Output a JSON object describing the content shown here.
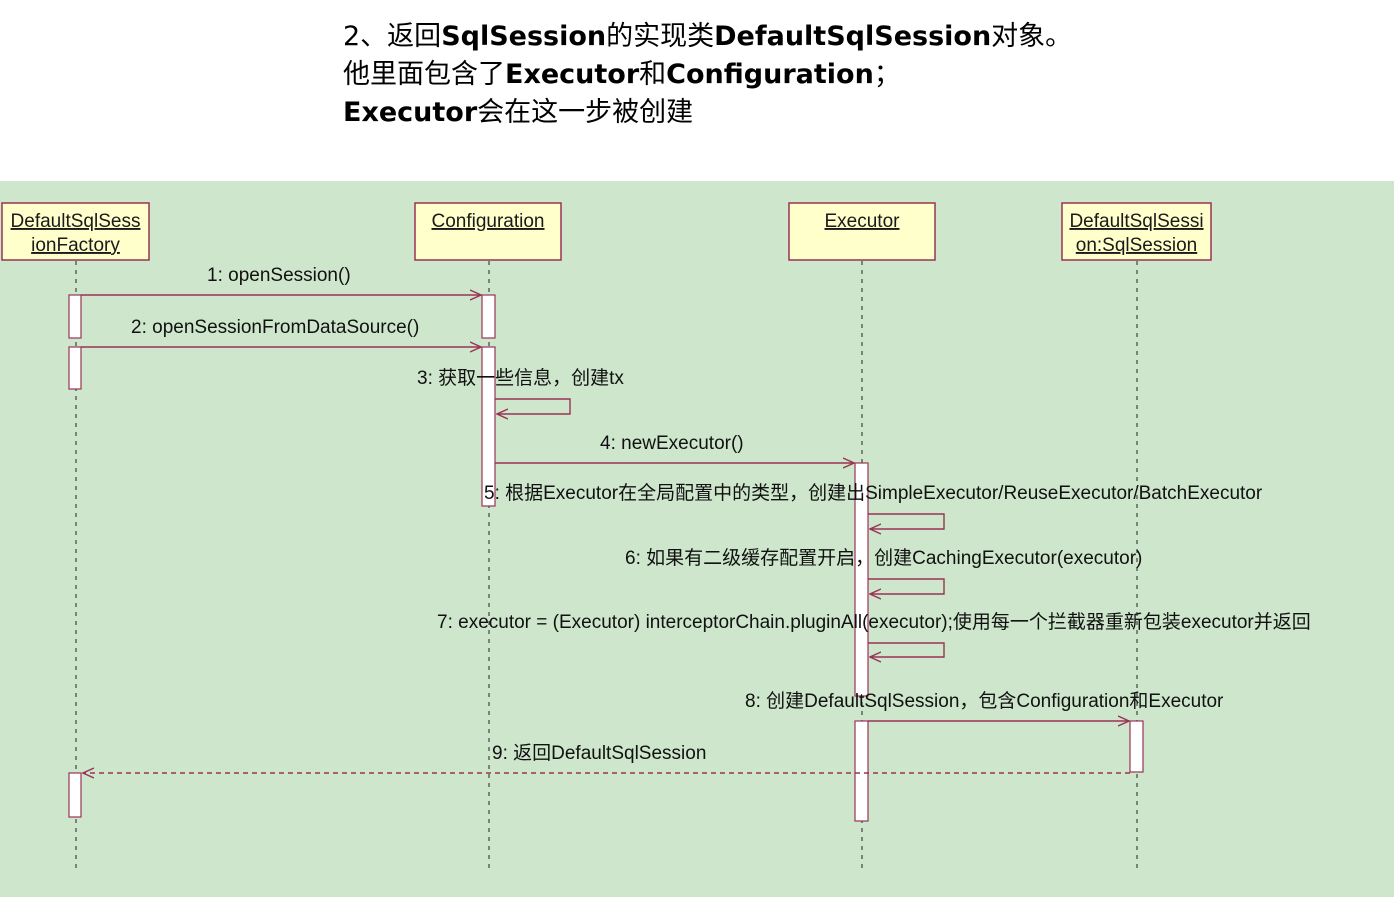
{
  "header": {
    "line1_a": "2、返回",
    "line1_b": "SqlSession",
    "line1_c": "的实现类",
    "line1_d": "DefaultSqlSession",
    "line1_e": "对象。",
    "line2_a": "他里面包含了",
    "line2_b": "Executor",
    "line2_c": "和",
    "line2_d": "Configuration",
    "line2_e": "；",
    "line3_a": "Executor",
    "line3_b": "会在这一步被创建"
  },
  "diagram": {
    "background_color": "#cde6cc",
    "line_color": "#993355",
    "box_fill": "#ffffcc",
    "lifelines": [
      {
        "id": "factory",
        "label_lines": [
          "DefaultSqlSess",
          "ionFactory"
        ]
      },
      {
        "id": "configuration",
        "label_lines": [
          "Configuration"
        ]
      },
      {
        "id": "executor",
        "label_lines": [
          "Executor"
        ]
      },
      {
        "id": "session",
        "label_lines": [
          "DefaultSqlSessi",
          "on:SqlSession"
        ]
      }
    ],
    "messages": [
      {
        "id": "m1",
        "label": "1: openSession()",
        "from": "factory",
        "to": "configuration",
        "style": "sync"
      },
      {
        "id": "m2",
        "label": "2: openSessionFromDataSource()",
        "from": "factory",
        "to": "configuration",
        "style": "sync"
      },
      {
        "id": "m3",
        "label": "3: 获取一些信息，创建tx",
        "from": "configuration",
        "to": "configuration",
        "style": "self"
      },
      {
        "id": "m4",
        "label": "4: newExecutor()",
        "from": "configuration",
        "to": "executor",
        "style": "sync"
      },
      {
        "id": "m5",
        "label": "5: 根据Executor在全局配置中的类型，创建出SimpleExecutor/ReuseExecutor/BatchExecutor",
        "from": "executor",
        "to": "executor",
        "style": "self"
      },
      {
        "id": "m6",
        "label": "6: 如果有二级缓存配置开启，创建CachingExecutor(executor)",
        "from": "executor",
        "to": "executor",
        "style": "self"
      },
      {
        "id": "m7",
        "label": "7: executor = (Executor) interceptorChain.pluginAll(executor);使用每一个拦截器重新包装executor并返回",
        "from": "executor",
        "to": "executor",
        "style": "self"
      },
      {
        "id": "m8",
        "label": "8: 创建DefaultSqlSession，包含Configuration和Executor",
        "from": "executor",
        "to": "session",
        "style": "sync"
      },
      {
        "id": "m9",
        "label": "9: 返回DefaultSqlSession",
        "from": "session",
        "to": "factory",
        "style": "return"
      }
    ]
  }
}
